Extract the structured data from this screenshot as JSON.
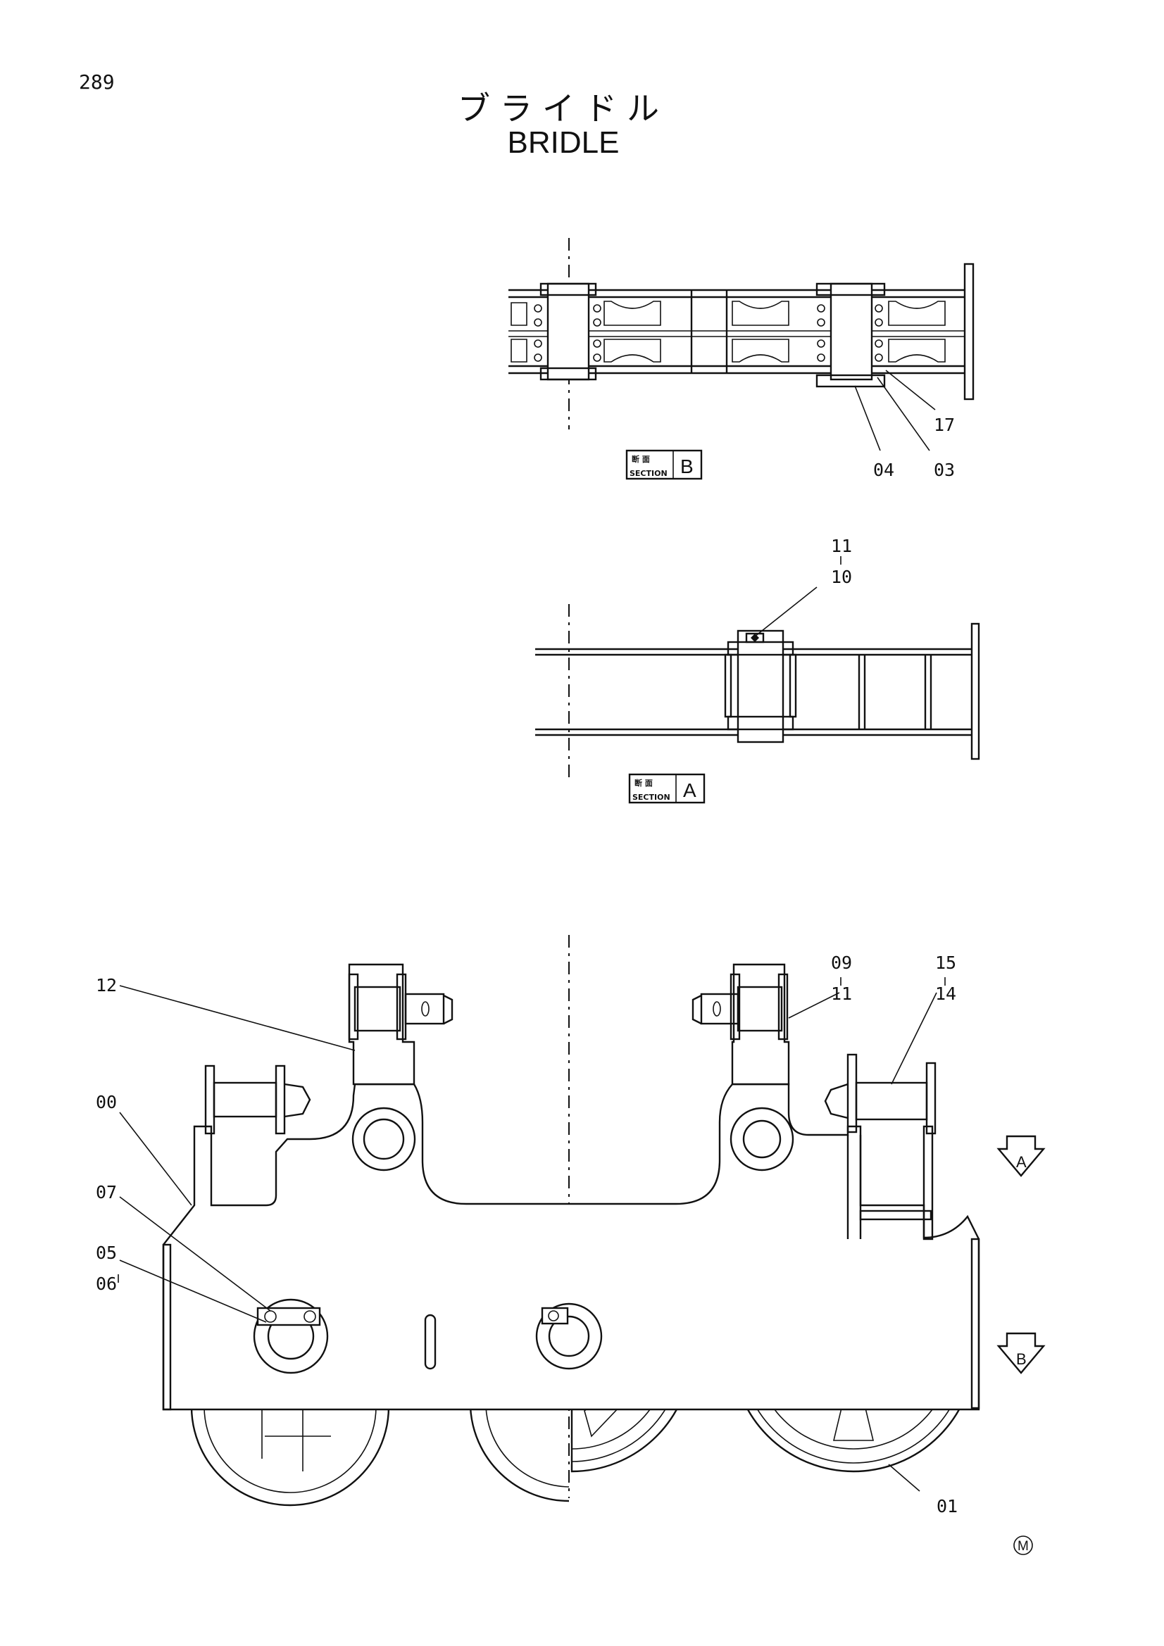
{
  "page": {
    "number": "289"
  },
  "title": {
    "japanese": "ブライドル",
    "english": "BRIDLE"
  },
  "section_b": {
    "jp": "断 面",
    "en": "SECTION",
    "letter": "B"
  },
  "section_a": {
    "jp": "断 面",
    "en": "SECTION",
    "letter": "A"
  },
  "view_marks": {
    "a": "A",
    "b": "B"
  },
  "callouts": {
    "c17": "17",
    "c04": "04",
    "c03": "03",
    "c11_top": "11",
    "c10": "10",
    "c12": "12",
    "c00": "00",
    "c07": "07",
    "c05": "05",
    "c06": "06",
    "c09": "09",
    "c11_mid": "11",
    "c15": "15",
    "c14": "14",
    "c01": "01"
  },
  "badge": "M"
}
